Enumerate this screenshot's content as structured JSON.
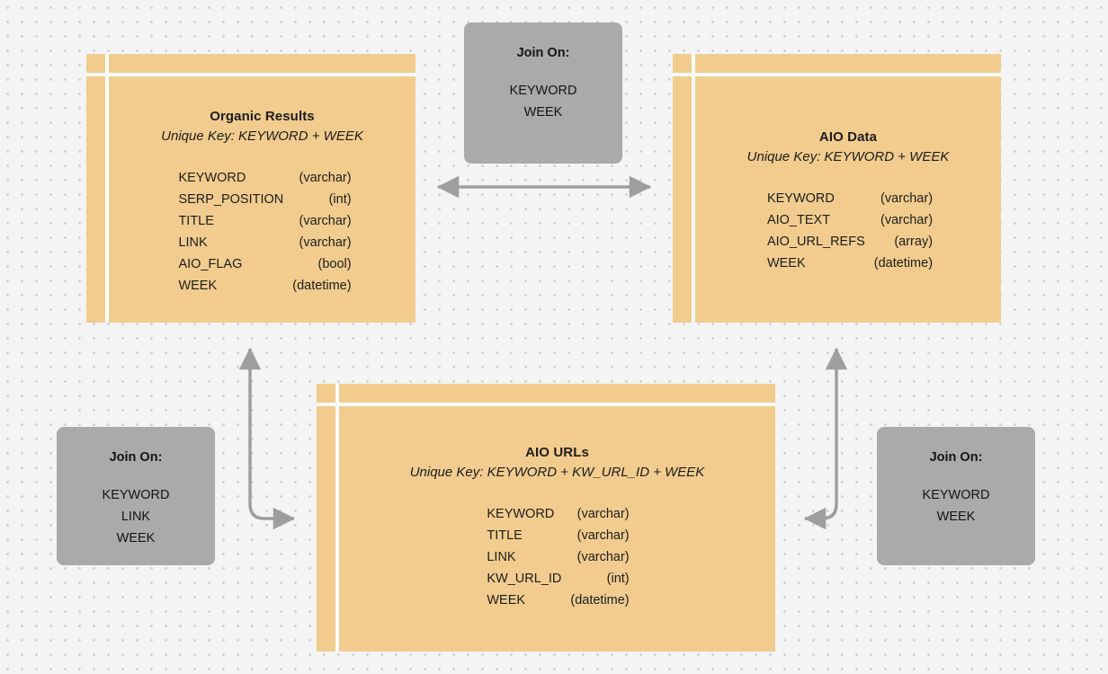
{
  "diagram": {
    "title": "AI Overview data model relationships",
    "background_color": "#f4f4f4",
    "entity_color": "#f1cc8e",
    "note_color": "#aaaaaa",
    "connector_color": "#9e9e9e"
  },
  "entities": [
    {
      "id": "organic-results",
      "title": "Organic Results",
      "subtitle": "Unique Key: KEYWORD + WEEK",
      "fields": [
        {
          "name": "KEYWORD",
          "type": "(varchar)"
        },
        {
          "name": "SERP_POSITION",
          "type": "(int)"
        },
        {
          "name": "TITLE",
          "type": "(varchar)"
        },
        {
          "name": "LINK",
          "type": "(varchar)"
        },
        {
          "name": "AIO_FLAG",
          "type": "(bool)"
        },
        {
          "name": "WEEK",
          "type": "(datetime)"
        }
      ]
    },
    {
      "id": "aio-data",
      "title": "AIO Data",
      "subtitle": "Unique Key: KEYWORD + WEEK",
      "fields": [
        {
          "name": "KEYWORD",
          "type": "(varchar)"
        },
        {
          "name": "AIO_TEXT",
          "type": "(varchar)"
        },
        {
          "name": "AIO_URL_REFS",
          "type": "(array)"
        },
        {
          "name": "WEEK",
          "type": "(datetime)"
        }
      ]
    },
    {
      "id": "aio-urls",
      "title": "AIO URLs",
      "subtitle": "Unique Key: KEYWORD + KW_URL_ID + WEEK",
      "fields": [
        {
          "name": "KEYWORD",
          "type": "(varchar)"
        },
        {
          "name": "TITLE",
          "type": "(varchar)"
        },
        {
          "name": "LINK",
          "type": "(varchar)"
        },
        {
          "name": "KW_URL_ID",
          "type": "(int)"
        },
        {
          "name": "WEEK",
          "type": "(datetime)"
        }
      ]
    }
  ],
  "join_notes": [
    {
      "id": "top",
      "title": "Join On:",
      "keys": [
        "KEYWORD",
        "WEEK"
      ]
    },
    {
      "id": "left",
      "title": "Join On:",
      "keys": [
        "KEYWORD",
        "LINK",
        "WEEK"
      ]
    },
    {
      "id": "right",
      "title": "Join On:",
      "keys": [
        "KEYWORD",
        "WEEK"
      ]
    }
  ],
  "connectors": [
    {
      "id": "organic-to-aio-data",
      "from": "organic-results",
      "to": "aio-data",
      "style": "double-arrow-horizontal"
    },
    {
      "id": "organic-to-aio-urls",
      "from": "organic-results",
      "to": "aio-urls",
      "style": "double-arrow-elbow-left"
    },
    {
      "id": "aio-data-to-aio-urls",
      "from": "aio-data",
      "to": "aio-urls",
      "style": "double-arrow-elbow-right"
    }
  ]
}
